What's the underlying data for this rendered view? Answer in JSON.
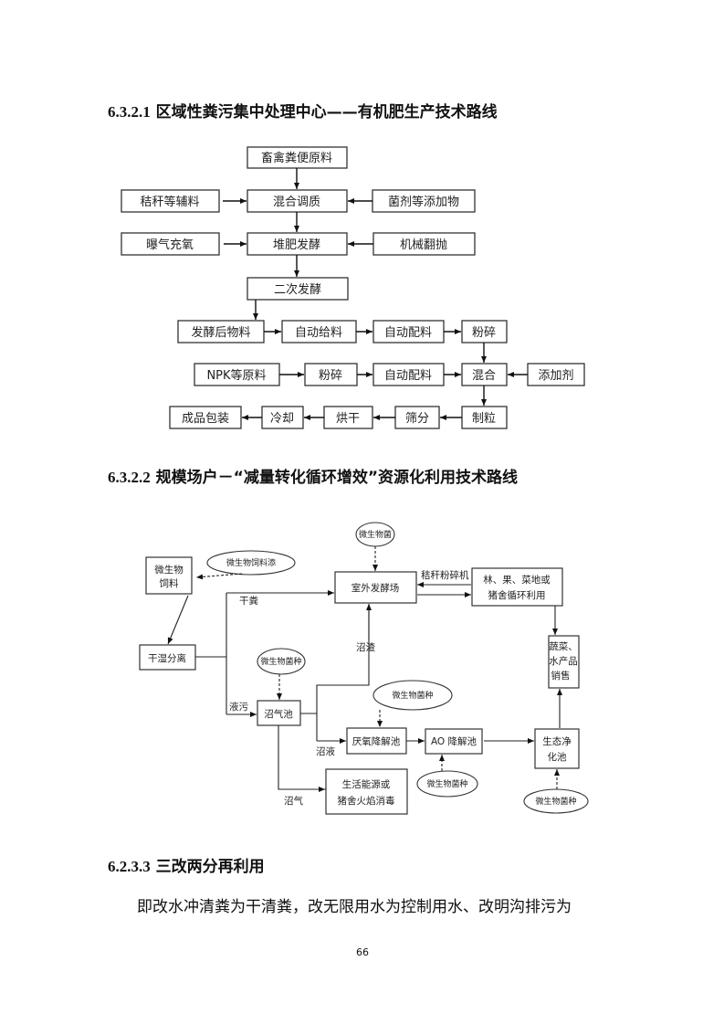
{
  "sections": [
    {
      "number": "6.3.2.1",
      "title": "区域性粪污集中处理中心——有机肥生产技术路线"
    },
    {
      "number": "6.3.2.2",
      "title": "规模场户－“减量转化循环增效”资源化利用技术路线"
    },
    {
      "number": "6.2.3.3",
      "title": "三改两分再利用"
    }
  ],
  "diagram1": {
    "raw": "畜禽粪便原料",
    "straw": "秸秆等辅料",
    "mix": "混合调质",
    "additive": "菌剂等添加物",
    "aeration": "曝气充氧",
    "compost": "堆肥发酵",
    "turning": "机械翻抛",
    "second": "二次发酵",
    "fermented": "发酵后物料",
    "autofeed": "自动给料",
    "autobatch1": "自动配料",
    "crush1": "粉碎",
    "npk": "NPK等原料",
    "crush2": "粉碎",
    "autobatch2": "自动配料",
    "blend": "混合",
    "additive2": "添加剂",
    "granulate": "制粒",
    "screen": "筛分",
    "dry": "烘干",
    "cool": "冷却",
    "pack": "成品包装"
  },
  "diagram2": {
    "feed_line1": "微生物",
    "feed_line2": "饲料",
    "feed_add": "微生物饲料添",
    "microbe_top": "微生物菌",
    "outdoor": "室外发酵场",
    "straw_crusher": "秸秆粉碎机",
    "farm_line1": "林、果、菜地或",
    "farm_line2": "猪舍循环利用",
    "sale_line1": "蔬菜、",
    "sale_line2": "水产品",
    "sale_line3": "销售",
    "dry_dung": "干粪",
    "separation": "干湿分离",
    "biogas_residue": "沼渣",
    "microbe_seed1": "微生物菌种",
    "liquid_waste": "液污",
    "biogas_tank": "沼气池",
    "microbe_seed2": "微生物菌种",
    "biogas_slurry": "沼液",
    "anaerobic": "厌氧降解池",
    "ao": "AO 降解池",
    "eco_line1": "生态净",
    "eco_line2": "化池",
    "microbe_seed3": "微生物菌种",
    "microbe_seed4": "微生物菌种",
    "biogas": "沼气",
    "energy_line1": "生活能源或",
    "energy_line2": "猪舍火焰消毒"
  },
  "paragraph": "即改水冲清粪为干清粪，改无限用水为控制用水、改明沟排污为",
  "page_number": "66"
}
